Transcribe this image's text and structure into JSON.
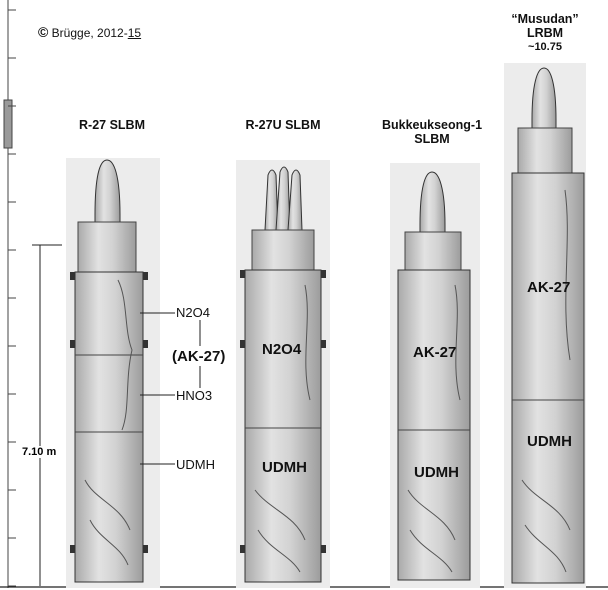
{
  "copyright": {
    "symbol": "©",
    "text": "Brügge, 2012-",
    "underlined": "15"
  },
  "scale": {
    "label": "7.10 m"
  },
  "missiles": [
    {
      "title_lines": [
        "R-27 SLBM"
      ]
    },
    {
      "title_lines": [
        "R-27U SLBM"
      ]
    },
    {
      "title_lines": [
        "Bukkeukseong-1",
        "SLBM"
      ]
    },
    {
      "title_lines": [
        "“Musudan”",
        "LRBM",
        "~10.75"
      ]
    }
  ],
  "callouts": {
    "n2o4": "N2O4",
    "ak27_paren": "(AK-27)",
    "hno3": "HNO3",
    "udmh": "UDMH"
  },
  "tank_labels": {
    "r27u_oxidizer": "N2O4",
    "r27u_fuel": "UDMH",
    "bukk_oxidizer": "AK-27",
    "bukk_fuel": "UDMH",
    "musudan_oxidizer": "AK-27",
    "musudan_fuel": "UDMH"
  },
  "colors": {
    "background": "#ffffff",
    "panel": "#e9e9e9",
    "body": "#cfcfcf",
    "outline": "#333333"
  }
}
